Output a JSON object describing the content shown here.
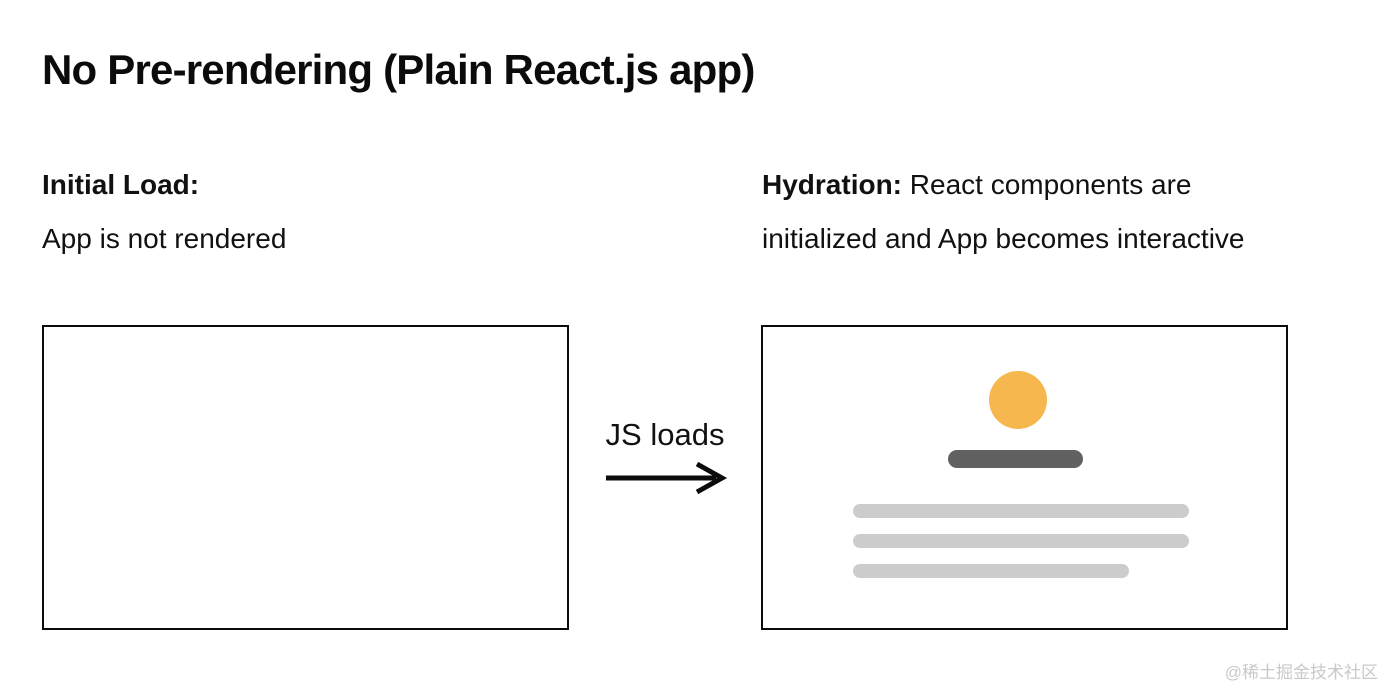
{
  "title": "No Pre-rendering (Plain React.js app)",
  "left_panel": {
    "heading": "Initial Load:",
    "description": "App is not rendered"
  },
  "transition": {
    "label": "JS loads",
    "icon": "arrow-right-icon"
  },
  "right_panel": {
    "heading": "Hydration:",
    "description_line1": "React components are",
    "description_line2": "initialized and App becomes interactive"
  },
  "hydrated_preview": {
    "avatar_color": "#F5B74E",
    "title_bar_color": "#616161",
    "text_line_color": "#CCCCCC",
    "text_line_count": 3
  },
  "colors": {
    "background": "#FFFFFF",
    "text": "#111111",
    "box_border": "#0B0B0B",
    "watermark": "#C9C9C9"
  },
  "watermark": "@稀土掘金技术社区"
}
